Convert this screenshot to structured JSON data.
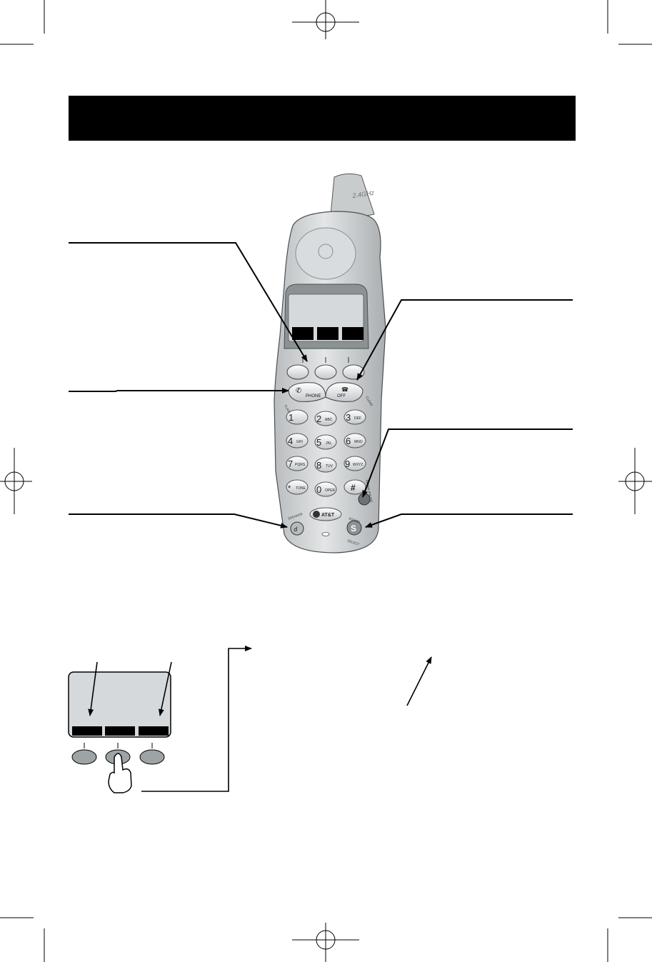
{
  "header": {
    "title": ""
  },
  "handset": {
    "antenna_logo": "2.4GHz",
    "brand": "AT&T",
    "keys": [
      {
        "digit": "1",
        "letters": ""
      },
      {
        "digit": "2",
        "letters": "ABC"
      },
      {
        "digit": "3",
        "letters": "DEF"
      },
      {
        "digit": "4",
        "letters": "GHI"
      },
      {
        "digit": "5",
        "letters": "JKL"
      },
      {
        "digit": "6",
        "letters": "MNO"
      },
      {
        "digit": "7",
        "letters": "PQRS"
      },
      {
        "digit": "8",
        "letters": "TUV"
      },
      {
        "digit": "9",
        "letters": "WXYZ"
      },
      {
        "digit": "*",
        "letters": "TONE"
      },
      {
        "digit": "0",
        "letters": "OPER"
      },
      {
        "digit": "#",
        "letters": ""
      }
    ],
    "phone_key": "PHONE",
    "flash_label": "FLASH",
    "off_key": "OFF",
    "clear_label": "CLEAR",
    "redial_label": "REDIAL/PAUSE",
    "speaker_label": "SPEAKER",
    "select_key": "S",
    "select_label": "SELECT",
    "sound_label": "SOUND"
  },
  "colors": {
    "ink": "#000000",
    "handset_body": "#cfd2d4",
    "handset_shade": "#9ea3a6",
    "screen": "#d6d9db"
  }
}
